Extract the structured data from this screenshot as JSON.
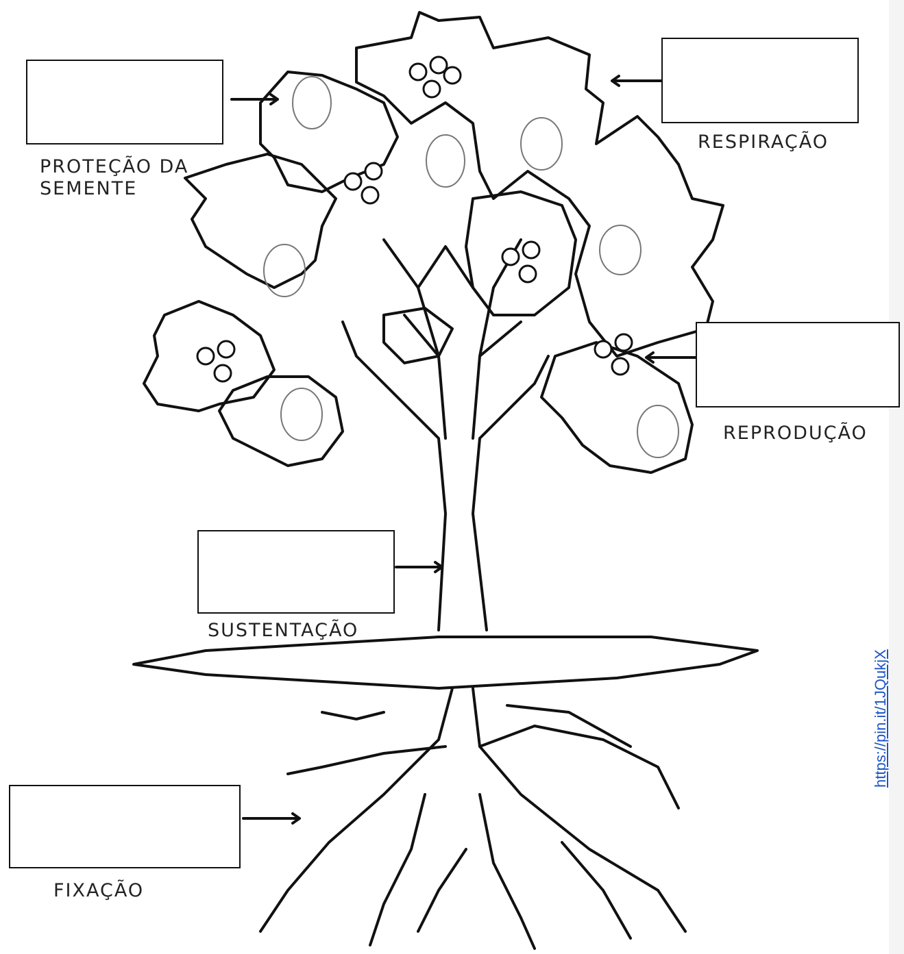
{
  "labels": {
    "seed_protection": "PROTEÇÃO DA SEMENTE",
    "respiration": "RESPIRAÇÃO",
    "reproduction": "REPRODUÇÃO",
    "support": "SUSTENTAÇÃO",
    "fixation": "FIXAÇÃO"
  },
  "source_link": "https://pin.it/1JQukjX",
  "answer_boxes": {
    "seed_protection": "",
    "respiration": "",
    "reproduction": "",
    "support": "",
    "fixation": ""
  },
  "colors": {
    "line": "#111111",
    "fruit": "#777777",
    "link": "#1a55c4"
  }
}
